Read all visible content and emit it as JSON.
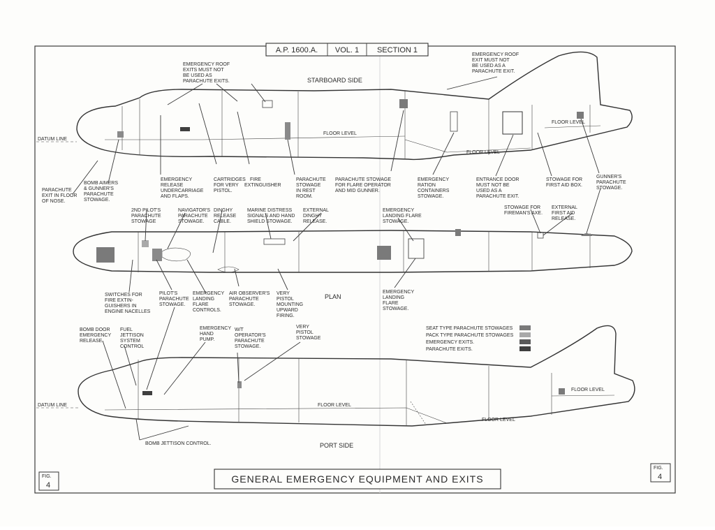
{
  "header": {
    "ref": "A.P. 1600.A.",
    "vol": "VOL. 1",
    "section": "SECTION 1"
  },
  "title": "GENERAL EMERGENCY   EQUIPMENT AND EXITS",
  "fig": {
    "label": "FIG.",
    "number": "4"
  },
  "views": {
    "starboard": "STARBOARD SIDE",
    "plan": "PLAN",
    "port": "PORT SIDE"
  },
  "lines": {
    "datum": "DATUM LINE",
    "floor": "FLOOR LEVEL"
  },
  "legend": [
    {
      "label": "SEAT TYPE PARACHUTE STOWAGES",
      "color": "#7a7a7a"
    },
    {
      "label": "PACK TYPE PARACHUTE STOWAGES",
      "color": "#a9a9a9"
    },
    {
      "label": "EMERGENCY EXITS.",
      "color": "#5a5a5a"
    },
    {
      "label": "PARACHUTE EXITS.",
      "color": "#3f3f3f"
    }
  ],
  "labels": {
    "roof_exits_1": [
      "EMERGENCY ROOF",
      "EXITS MUST NOT",
      "BE USED AS",
      "PARACHUTE EXITS."
    ],
    "roof_exit_2": [
      "EMERGENCY ROOF",
      "EXIT MUST NOT",
      "BE USED AS A",
      "PARACHUTE EXIT."
    ],
    "para_exit_nose": [
      "PARACHUTE",
      "EXIT IN FLOOR",
      "OF NOSE."
    ],
    "bomb_aimer": [
      "BOMB AIMERS",
      "& GUNNER'S",
      "PARACHUTE",
      "STOWAGE."
    ],
    "release_uc": [
      "EMERGENCY",
      "RELEASE",
      "UNDERCARRIAGE",
      "AND FLAPS."
    ],
    "cartridges": [
      "CARTRIDGES",
      "FOR VERY",
      "PISTOL."
    ],
    "fire_ext": [
      "FIRE",
      "EXTINGUISHER"
    ],
    "para_rest": [
      "PARACHUTE",
      "STOWAGE",
      "IN REST",
      "ROOM."
    ],
    "para_flare": [
      "PARACHUTE STOWAGE",
      "FOR FLARE OPERATOR",
      "AND MID GUNNER."
    ],
    "ration": [
      "EMERGENCY",
      "RATION",
      "CONTAINERS",
      "STOWAGE."
    ],
    "entrance": [
      "ENTRANCE DOOR",
      "MUST NOT BE",
      "USED AS A",
      "PARACHUTE EXIT."
    ],
    "first_aid_box": [
      "STOWAGE FOR",
      "FIRST AID BOX."
    ],
    "gunners": [
      "GUNNER'S",
      "PARACHUTE",
      "STOWAGE."
    ],
    "pilot2": [
      "2ND PILOT'S",
      "PARACHUTE",
      "STOWAGE"
    ],
    "nav": [
      "NAVIGATOR'S",
      "PARACHUTE",
      "STOWAGE."
    ],
    "dinghy_cable": [
      "DINGHY",
      "RELEASE",
      "CABLE."
    ],
    "marine": [
      "MARINE DISTRESS",
      "SIGNALS AND HAND",
      "SHIELD STOWAGE."
    ],
    "ext_dinghy": [
      "EXTERNAL",
      "DINGHY",
      "RELEASE."
    ],
    "landing_flare_1": [
      "EMERGENCY",
      "LANDING FLARE",
      "STOWAGE."
    ],
    "axe": [
      "STOWAGE FOR",
      "FIREMAN'S AXE."
    ],
    "ext_first_aid": [
      "EXTERNAL",
      "FIRST AID",
      "RELEASE."
    ],
    "switches": [
      "SWITCHES FOR",
      "FIRE EXTIN-",
      "GUISHERS IN",
      "ENGINE NACELLES"
    ],
    "pilot1": [
      "PILOT'S",
      "PARACHUTE",
      "STOWAGE."
    ],
    "landing_flare_ctl": [
      "EMERGENCY",
      "LANDING",
      "FLARE",
      "CONTROLS."
    ],
    "air_obs": [
      "AIR OBSERVER'S",
      "PARACHUTE",
      "STOWAGE."
    ],
    "very_mount": [
      "VERY",
      "PISTOL",
      "MOUNTING",
      "UPWARD",
      "FIRING."
    ],
    "landing_flare_2": [
      "EMERGENCY",
      "LANDING",
      "FLARE",
      "STOWAGE."
    ],
    "bomb_door": [
      "BOMB DOOR",
      "EMERGENCY",
      "RELEASE."
    ],
    "fuel": [
      "FUEL",
      "JETTISON",
      "SYSTEM",
      "CONTROL"
    ],
    "hand_pump": [
      "EMERGENCY",
      "HAND",
      "PUMP."
    ],
    "wt_op": [
      "W/T",
      "OPERATOR'S",
      "PARACHUTE",
      "STOWAGE."
    ],
    "very_stow": [
      "VERY",
      "PISTOL",
      "STOWAGE"
    ],
    "bomb_jett": [
      "BOMB JETTISON CONTROL."
    ]
  }
}
